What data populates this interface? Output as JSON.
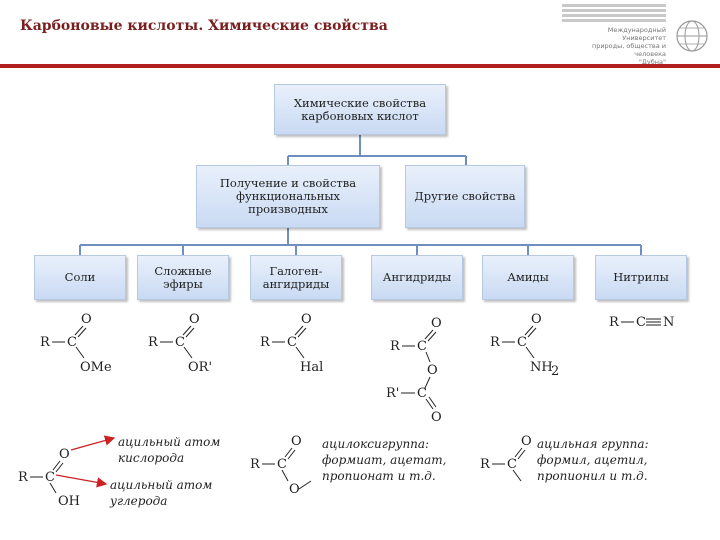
{
  "header": {
    "title": "Карбоновые кислоты. Химические свойства",
    "logo_text": "Международный Университет\nприроды, общества и человека\n\"Дубна\""
  },
  "tree": {
    "root": "Химические свойства\nкарбоновых кислот",
    "branches": [
      "Получение и свойства\nфункциональных\nпроизводных",
      "Другие свойства"
    ],
    "derivatives": [
      "Соли",
      "Сложные\nэфиры",
      "Галоген-\nангидриды",
      "Ангидриды",
      "Амиды",
      "Нитрилы"
    ]
  },
  "structures": {
    "salt": {
      "R": "R",
      "C": "C",
      "O": "O",
      "sub": "OMe"
    },
    "ester": {
      "R": "R",
      "C": "C",
      "O": "O",
      "sub": "OR'"
    },
    "halide": {
      "R": "R",
      "C": "C",
      "O": "O",
      "sub": "Hal"
    },
    "anhydride": {
      "R": "R",
      "C1": "C",
      "O1": "O",
      "Obridge": "O",
      "R2": "R'",
      "C2": "C",
      "O2": "O"
    },
    "amide": {
      "R": "R",
      "C": "C",
      "O": "O",
      "sub": "NH",
      "sub2": "2"
    },
    "nitrile": {
      "R": "R",
      "C": "C",
      "N": "N"
    }
  },
  "bottom": {
    "acid": {
      "R": "R",
      "C": "C",
      "O": "O",
      "OH": "OH"
    },
    "acyl_oxygen_note": "ацильный атом\nкислорода",
    "acyl_carbon_note": "ацильный атом\nуглерода",
    "acyloxy": {
      "R": "R",
      "C": "C",
      "O": "O",
      "O2": "O"
    },
    "acyloxy_note": "ацилоксигруппа:\nформиат, ацетат,\nпропионат и т.д.",
    "acyl": {
      "R": "R",
      "C": "C",
      "O": "O"
    },
    "acyl_note": "ацильная группа:\nформил, ацетил,\nпропионил и т.д."
  },
  "colors": {
    "title": "#7a1f1f",
    "rule": "#b21f1f",
    "box_fill": "#c9daf3",
    "connector": "#6f8fbf",
    "arrow": "#cc2222"
  }
}
